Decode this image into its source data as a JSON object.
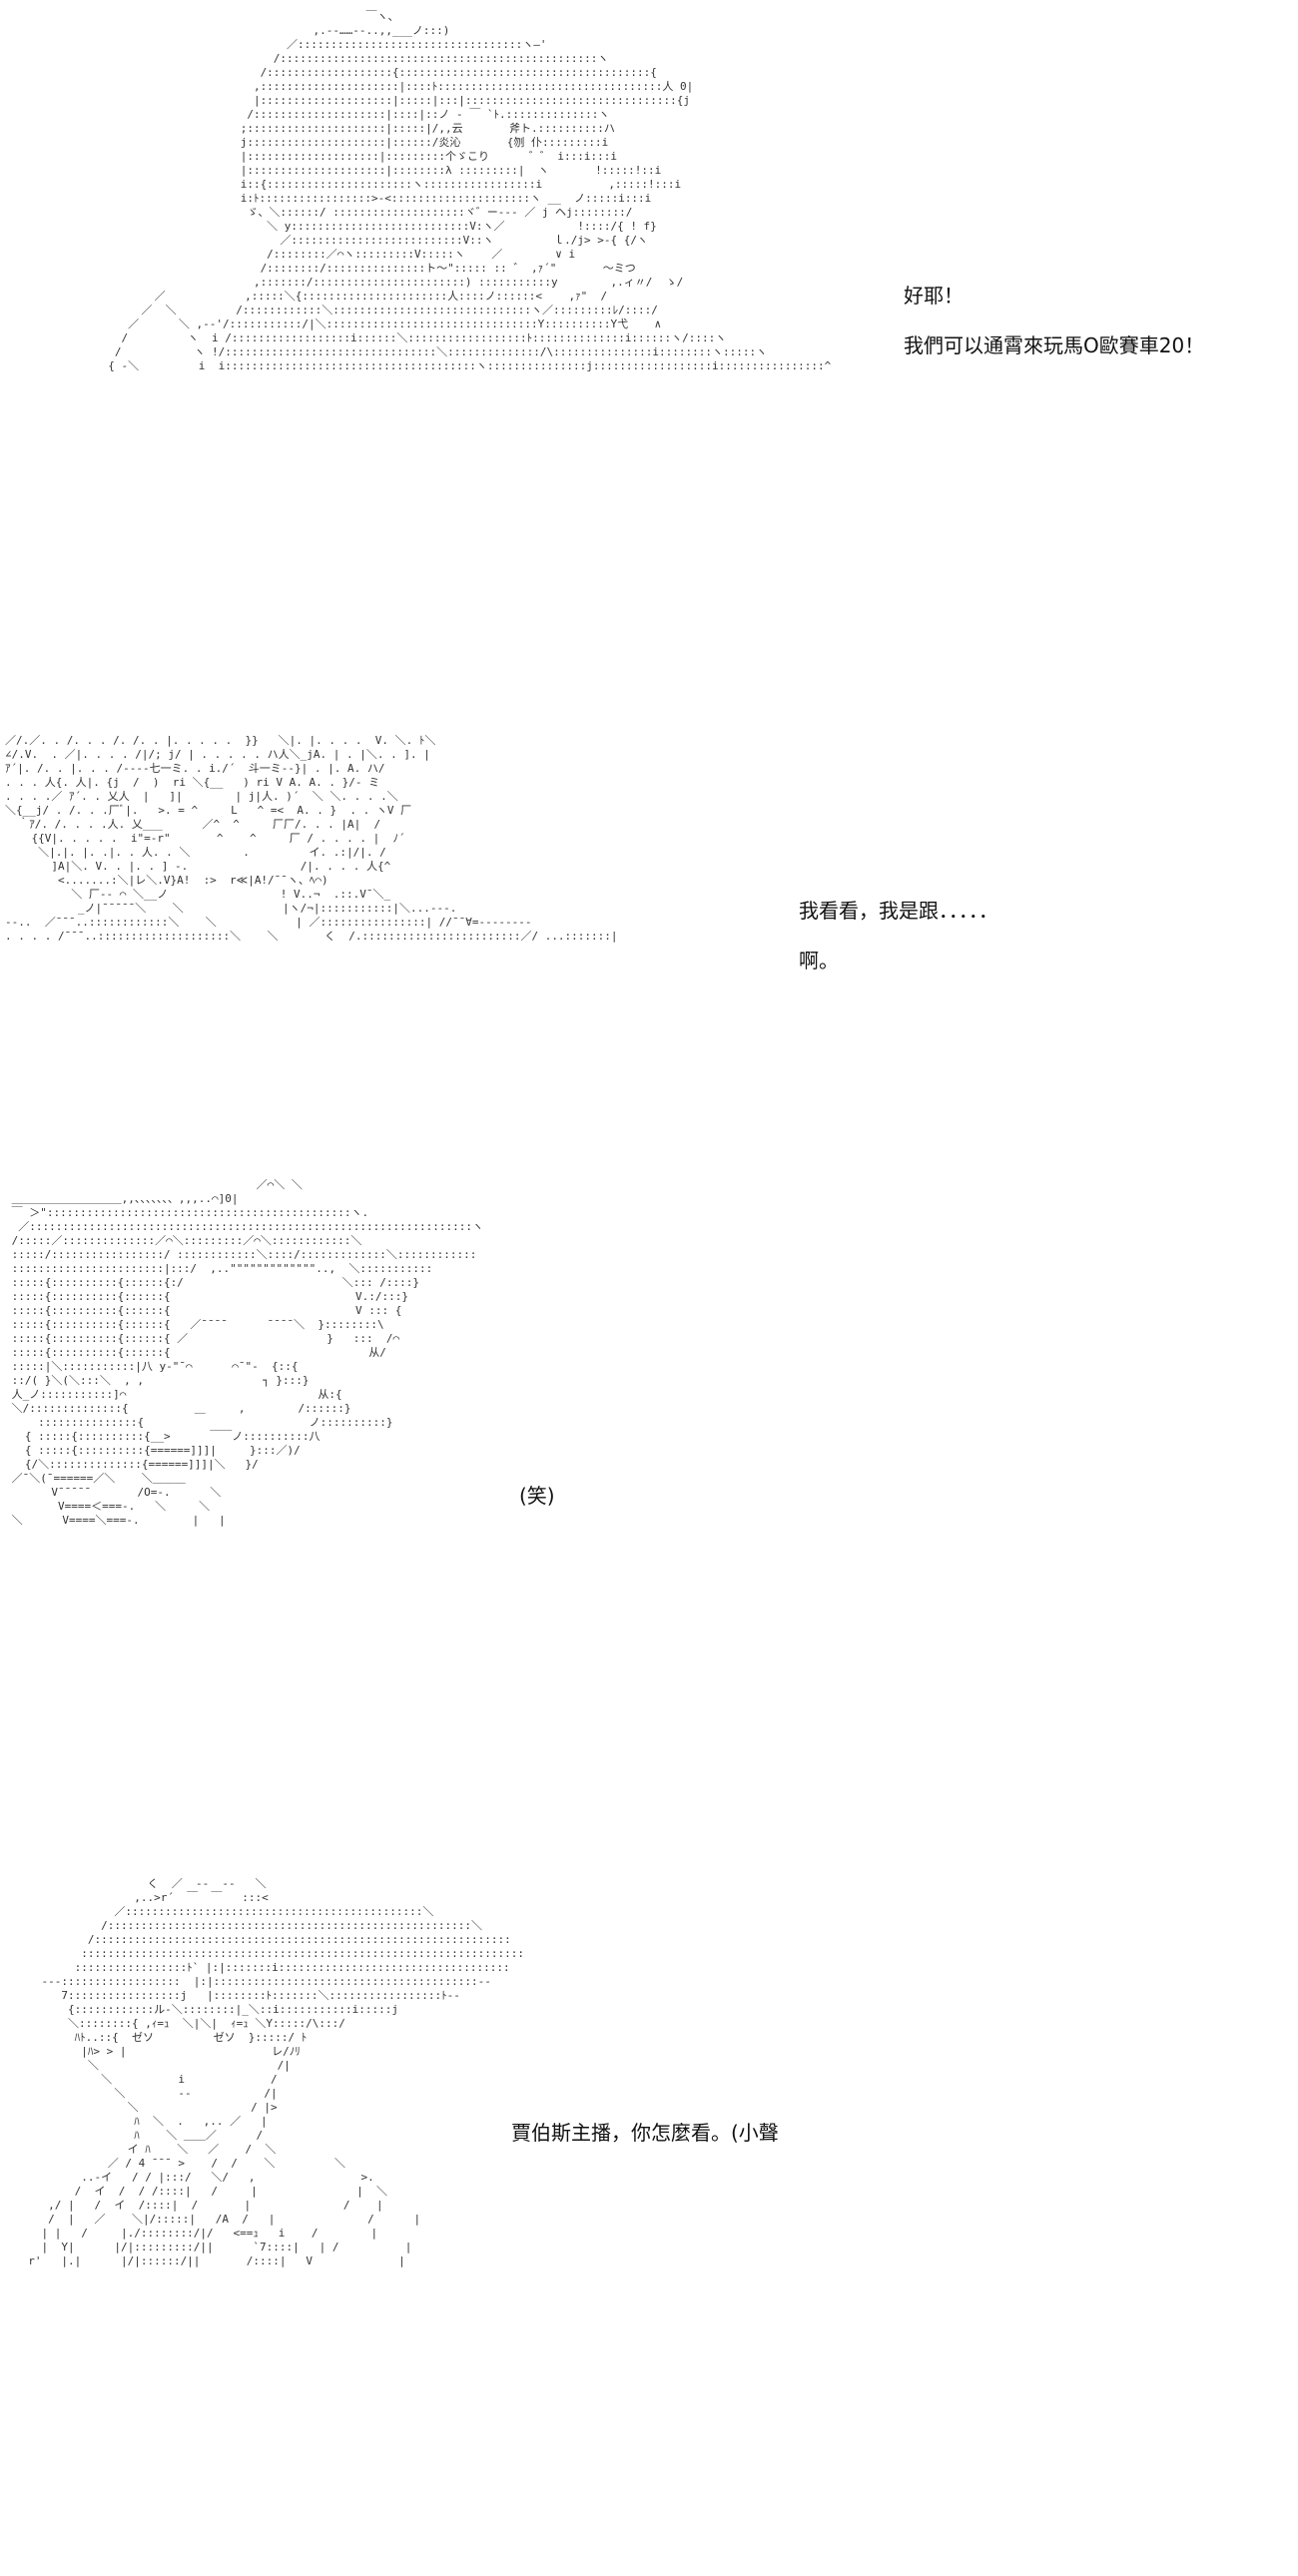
{
  "panel1": {
    "lines": [
      "好耶！",
      "我們可以通霄來玩馬O歐賽車20！"
    ]
  },
  "panel2": {
    "lines": [
      "我看看，我是跟．．．．．",
      "啊。"
    ]
  },
  "panel3": {
    "lines": [
      "(笑)"
    ]
  },
  "panel4": {
    "lines": [
      "賈伯斯主播，你怎麼看。(小聲"
    ]
  }
}
